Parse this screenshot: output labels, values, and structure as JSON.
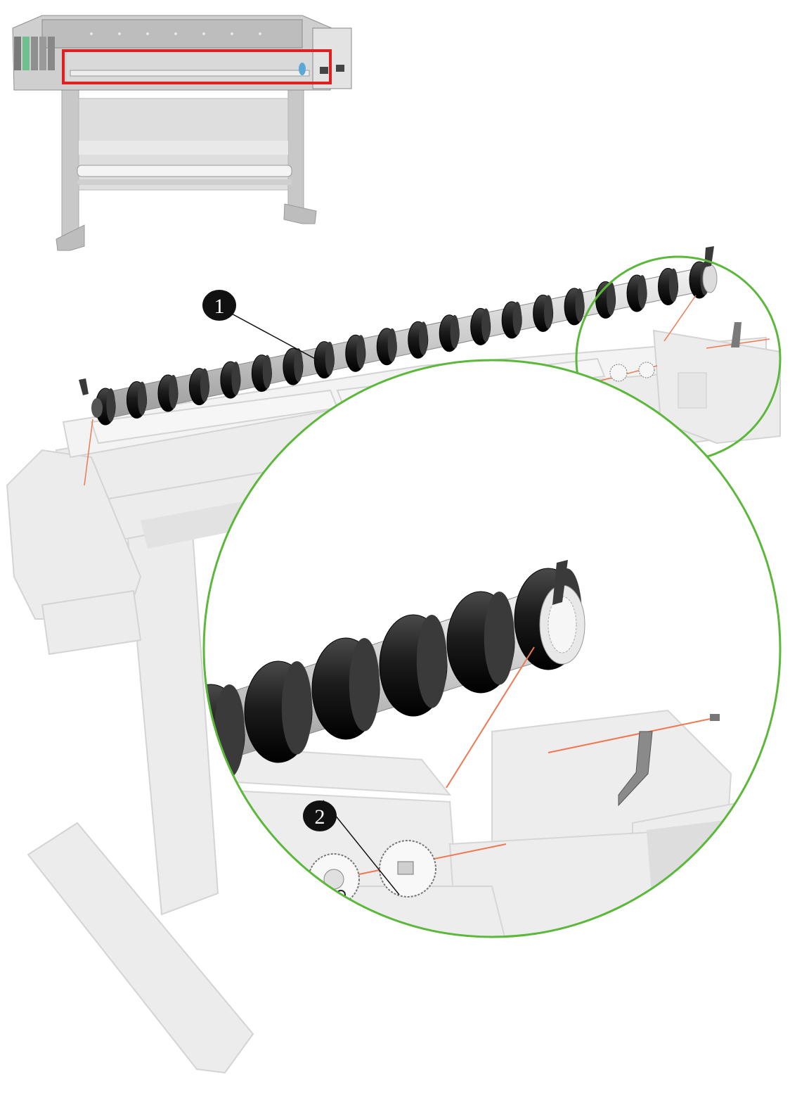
{
  "diagram": {
    "callouts": [
      {
        "id": "1",
        "label": "1"
      },
      {
        "id": "2",
        "label": "2"
      }
    ],
    "colors": {
      "locator_box": "#e02020",
      "zoom_circle": "#5cb83a",
      "explode_line": "#f07850",
      "roller_rubber": "#2a2a2a",
      "roller_shaft": "#d8d8d8",
      "ghost_frame": "#ececec",
      "ghost_frame_edge": "#d2d2d2",
      "callout_fill": "#111111"
    },
    "icons": {
      "overview": "printer-overview-icon",
      "roller": "drive-roller-icon",
      "gear": "gear-icon"
    }
  }
}
